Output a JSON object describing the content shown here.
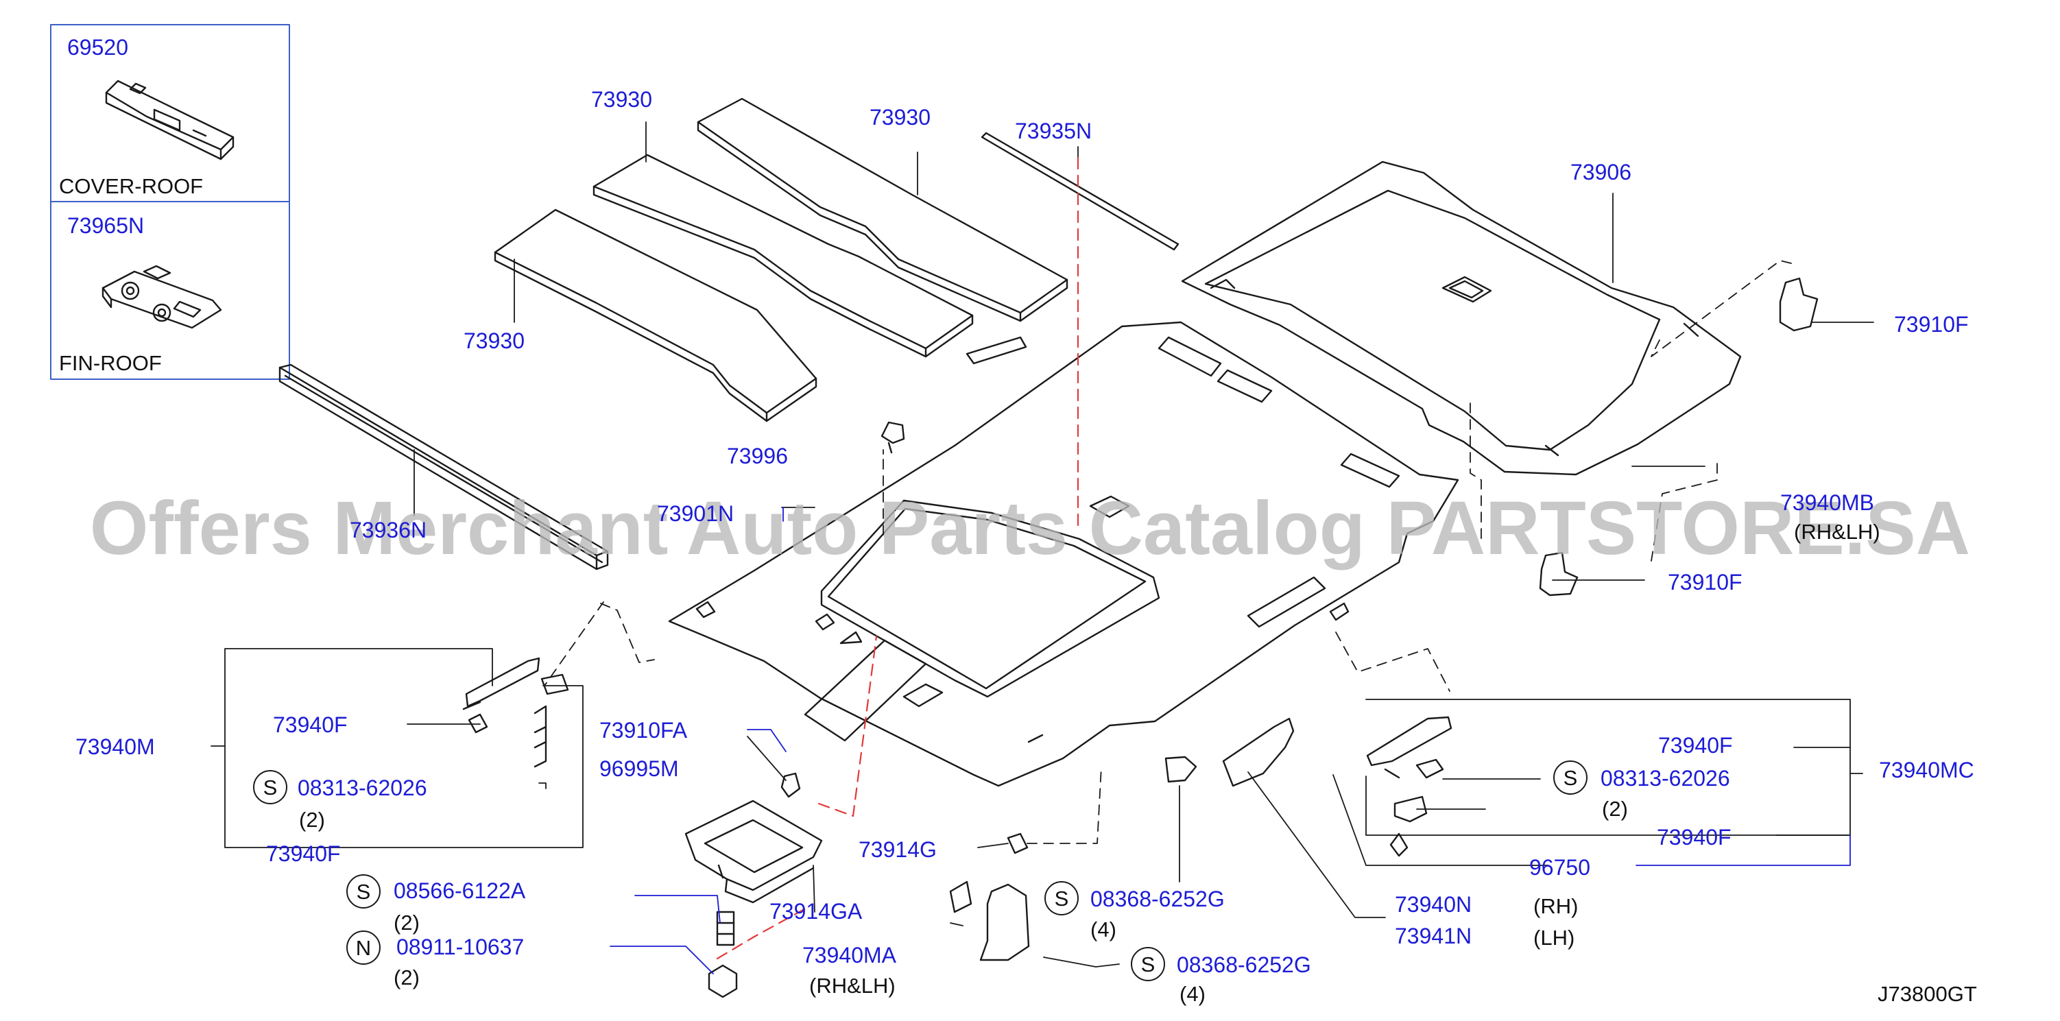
{
  "diagram": {
    "figure_code": "J73800GT",
    "watermark": "Offers Merchant Auto Parts Catalog PARTSTORE.SA",
    "inset_top": {
      "part_number": "69520",
      "name": "COVER-ROOF"
    },
    "inset_bottom": {
      "part_number": "73965N",
      "name": "FIN-ROOF"
    },
    "labels": {
      "p73930_a": "73930",
      "p73930_b": "73930",
      "p73930_c": "73930",
      "p73935n": "73935N",
      "p73906": "73906",
      "p73910f_top": "73910F",
      "p73910f_mid": "73910F",
      "p73940mb": "73940MB",
      "rhlh_mb": "(RH&LH)",
      "p73996": "73996",
      "p73901n": "73901N",
      "p73936n": "73936N",
      "p73940m": "73940M",
      "p73940f_l1": "73940F",
      "p73940f_l2": "73940F",
      "s_l": "S",
      "p08313_l": "08313-62026",
      "qty_l": "(2)",
      "p73910fa": "73910FA",
      "p96995m": "96995M",
      "p73914g": "73914G",
      "p73914ga": "73914GA",
      "s_bolt": "S",
      "p08566": "08566-6122A",
      "qty_bolt": "(2)",
      "n_nut": "N",
      "p08911": "08911-10637",
      "qty_nut": "(2)",
      "s_mid1": "S",
      "p08368_a": "08368-6252G",
      "qty_mid1": "(4)",
      "s_mid2": "S",
      "p08368_b": "08368-6252G",
      "qty_mid2": "(4)",
      "p73940ma": "73940MA",
      "rhlh_ma": "(RH&LH)",
      "p73940n": "73940N",
      "rh": "(RH)",
      "p73941n": "73941N",
      "lh": "(LH)",
      "p96750": "96750",
      "p73940f_r1": "73940F",
      "p73940f_r2": "73940F",
      "s_r": "S",
      "p08313_r": "08313-62026",
      "qty_r": "(2)",
      "p73940mc": "73940MC"
    }
  }
}
